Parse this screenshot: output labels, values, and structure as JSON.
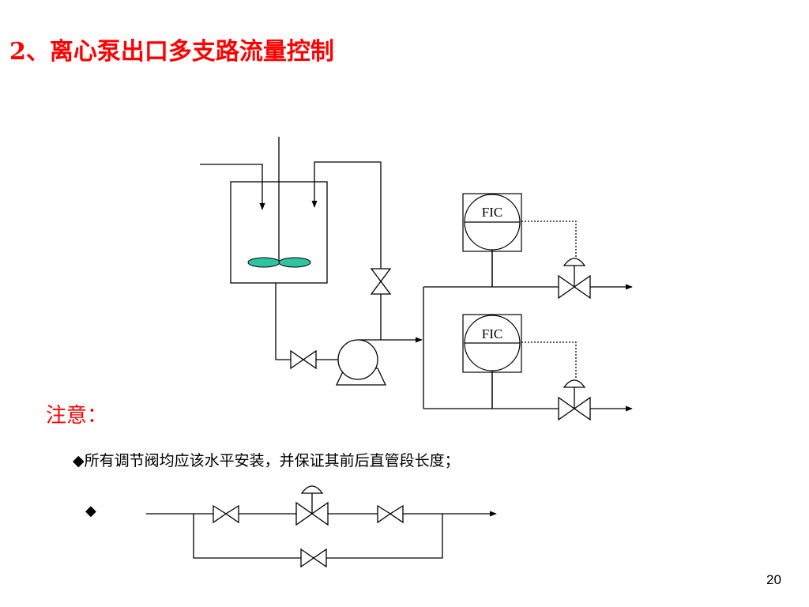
{
  "slide": {
    "title": "2、离心泵出口多支路流量控制",
    "note_title": "注意：",
    "bullet_symbol": "◆",
    "bullet_1": "所有调节阀均应该水平安装，并保证其前后直管段长度；",
    "page_number": "20"
  },
  "diagram": {
    "instrument_top_label": "FIC",
    "instrument_bottom_label": "FIC",
    "impeller_color": "#2ec4a0"
  }
}
